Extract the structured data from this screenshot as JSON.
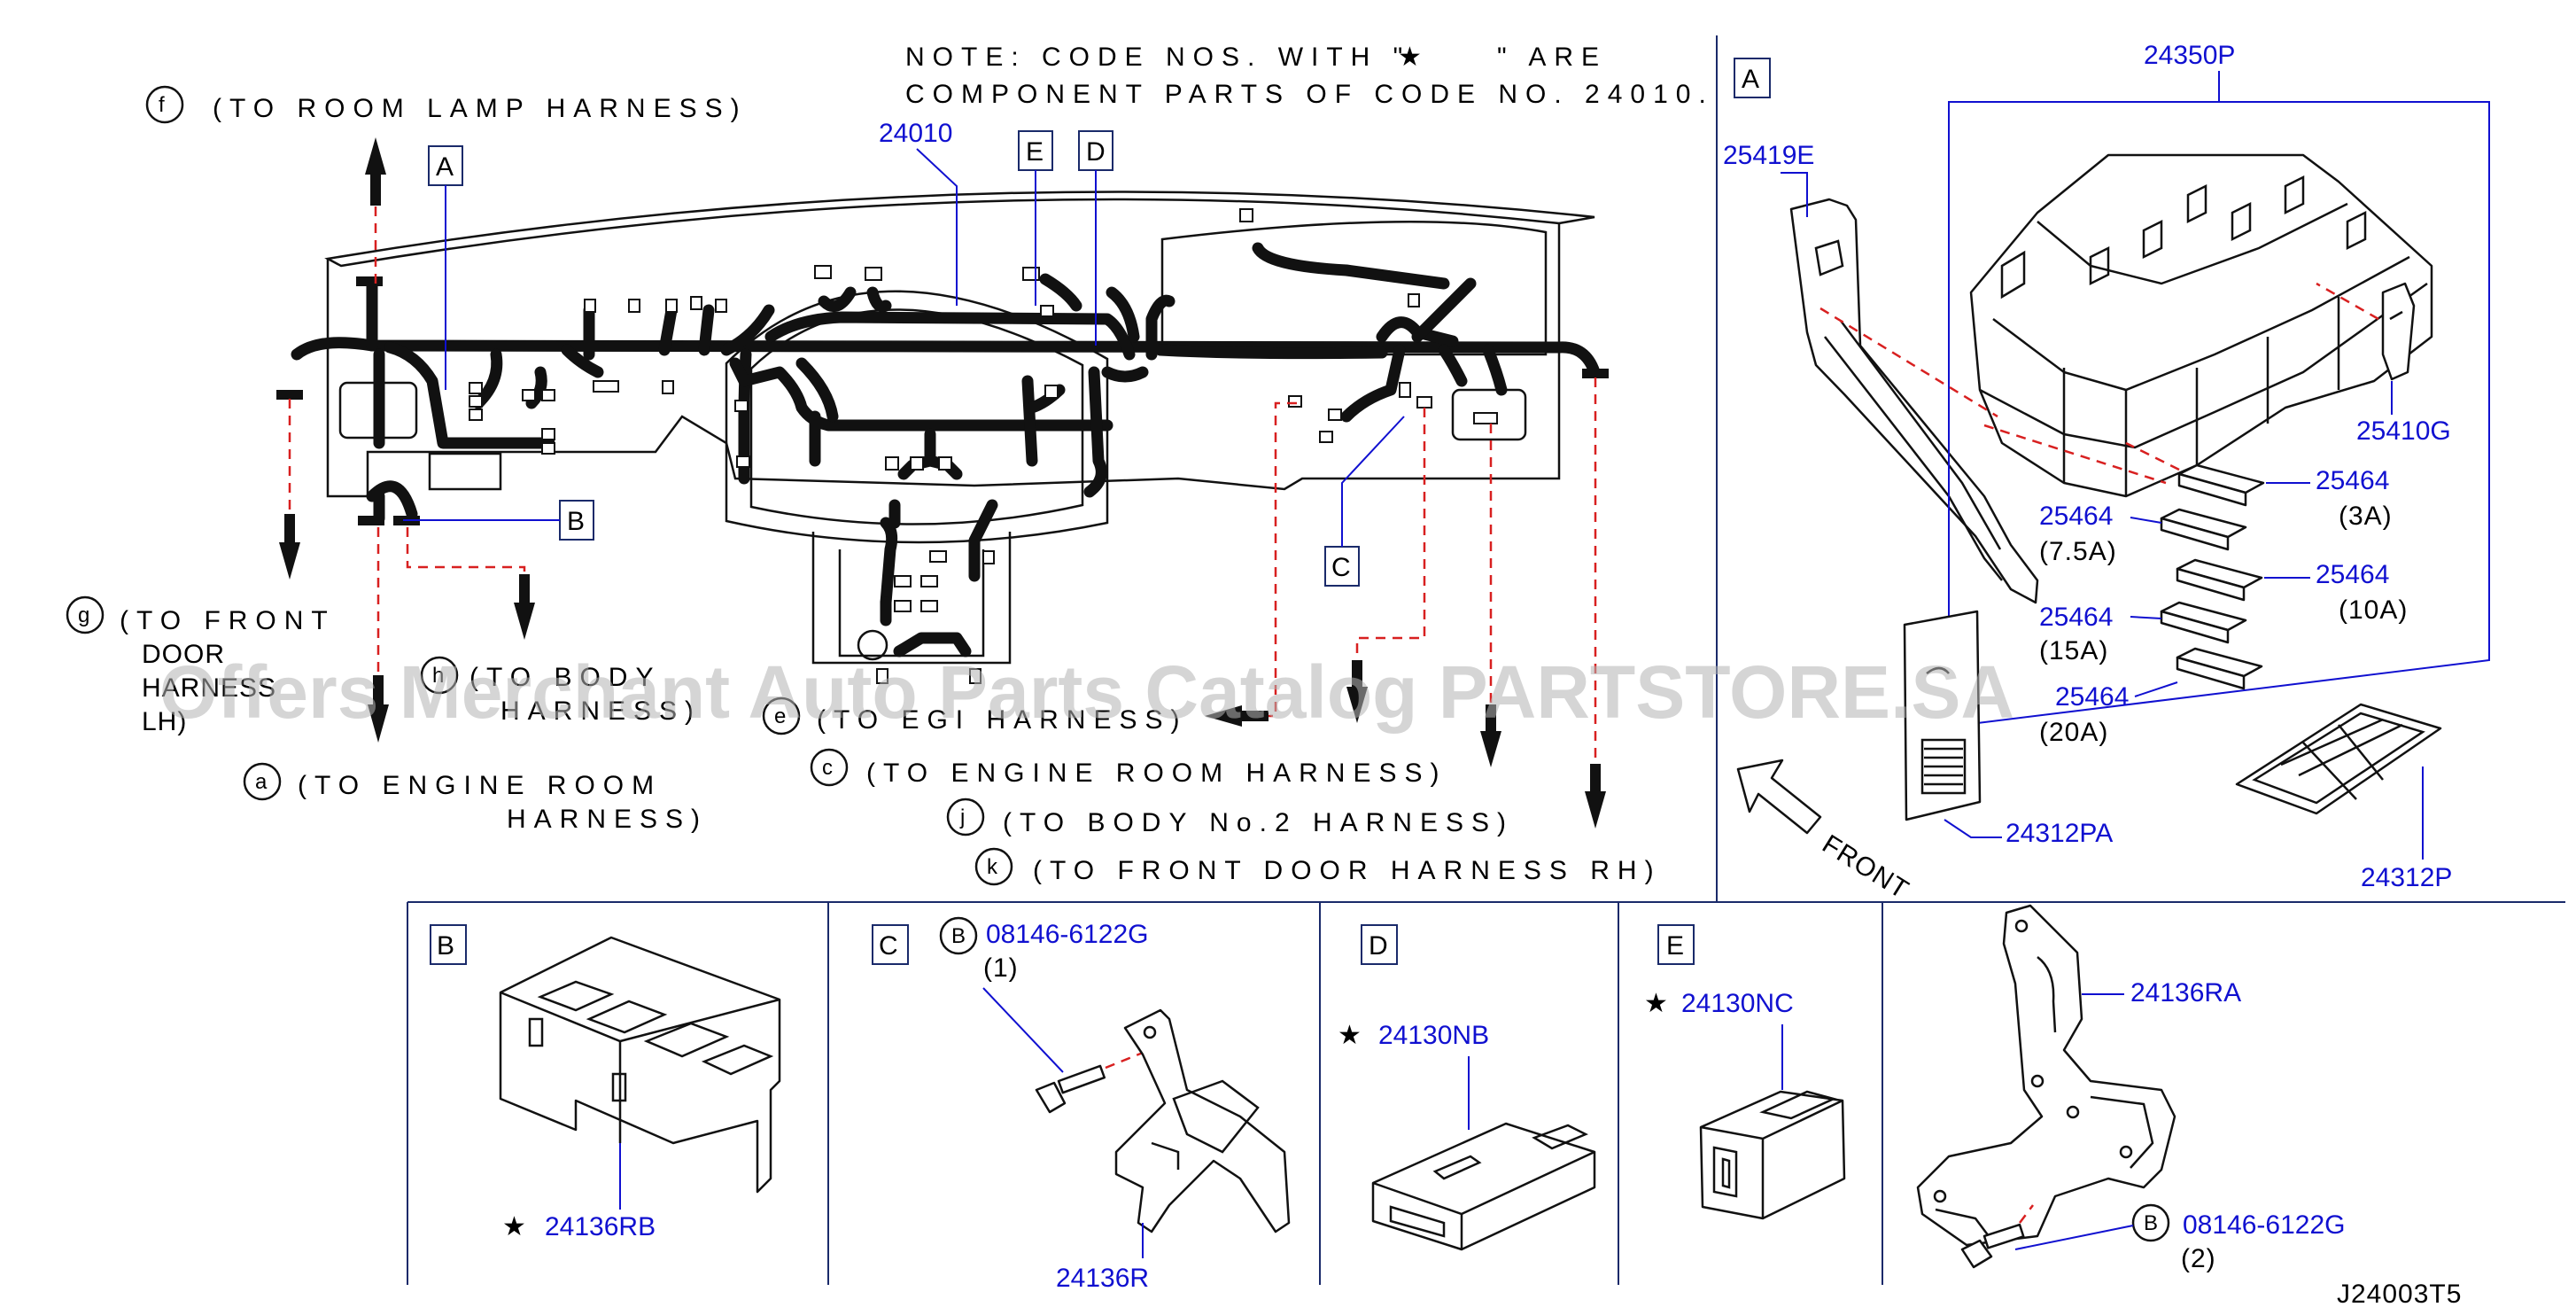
{
  "note": {
    "line1_prefix": "NOTE: CODE NOS. WITH \"",
    "line1_suffix": "\" ARE",
    "line2": "COMPONENT PARTS OF CODE NO. 24010.",
    "star_glyph": "★"
  },
  "main_part": "24010",
  "callout_boxes": {
    "a_main": "A",
    "b_main": "B",
    "c_main": "C",
    "d_main": "D",
    "e_main": "E"
  },
  "harness_targets": [
    {
      "letter": "f",
      "text": "(TO ROOM LAMP HARNESS)"
    },
    {
      "letter": "g",
      "line1": "(TO FRONT",
      "line2": "DOOR",
      "line3": "HARNESS",
      "line4": "LH)"
    },
    {
      "letter": "h",
      "line1": "(TO BODY",
      "line2": "HARNESS)"
    },
    {
      "letter": "a",
      "line1": "(TO ENGINE ROOM",
      "line2": "HARNESS)"
    },
    {
      "letter": "e",
      "text": "(TO EGI HARNESS)"
    },
    {
      "letter": "c",
      "text": "(TO ENGINE ROOM HARNESS)"
    },
    {
      "letter": "j",
      "text": "(TO BODY No.2 HARNESS)"
    },
    {
      "letter": "k",
      "text": "(TO FRONT DOOR HARNESS RH)"
    }
  ],
  "detail_a": {
    "box": "A",
    "parts": {
      "bracket": "25419E",
      "fuse_block": "24350P",
      "puller": "25410G",
      "fuse_3a": "25464",
      "fuse_3a_rating": "(3A)",
      "fuse_75a": "25464",
      "fuse_75a_rating": "(7.5A)",
      "fuse_10a": "25464",
      "fuse_10a_rating": "(10A)",
      "fuse_15a": "25464",
      "fuse_15a_rating": "(15A)",
      "fuse_20a": "25464",
      "fuse_20a_rating": "(20A)",
      "label_card": "24312PA",
      "cover": "24312P"
    },
    "front_label": "FRONT"
  },
  "detail_b": {
    "box": "B",
    "star": "★",
    "part": "24136RB"
  },
  "detail_c": {
    "box": "C",
    "bolt_letter": "B",
    "bolt": "08146-6122G",
    "bolt_qty": "(1)",
    "part": "24136R"
  },
  "detail_d": {
    "box": "D",
    "star": "★",
    "part": "24130NB"
  },
  "detail_e": {
    "box": "E",
    "star": "★",
    "part": "24130NC"
  },
  "detail_ra": {
    "part": "24136RA",
    "bolt_letter": "B",
    "bolt": "08146-6122G",
    "bolt_qty": "(2)"
  },
  "drawing_code": "J24003T5",
  "watermark": "Offers Merchant Auto Parts Catalog PARTSTORE.SA",
  "colors": {
    "part_number": "#1010d0",
    "leader": "#1010d0",
    "dashed_line": "#d82020",
    "line": "#111111",
    "watermark": "#b4b4b4"
  }
}
